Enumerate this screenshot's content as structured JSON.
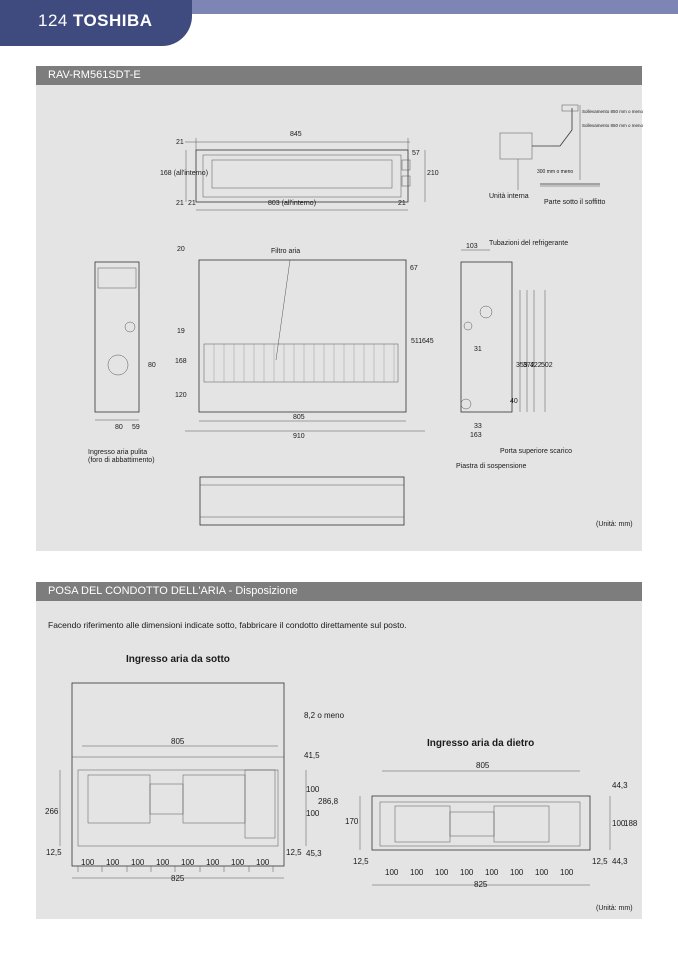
{
  "header": {
    "page_number": "124",
    "brand": "TOSHIBA"
  },
  "section1": {
    "title": "RAV-RM561SDT-E",
    "unit_note": "(Unità: mm)",
    "top_view": {
      "d845": "845",
      "d803": "803 (all'interno)",
      "d21a": "21",
      "d21b": "21",
      "d21c": "21",
      "d21d": "21",
      "d168": "168 (all'interno)",
      "d57": "57",
      "d210": "210"
    },
    "install": {
      "unit_label": "Unità interna",
      "ceiling_label": "Parte sotto il soffitto",
      "d300": "300 mm o meno",
      "s1": "Sollevamento 850 mm o meno",
      "s2": "Sollevamento 850 mm o meno"
    },
    "front_view": {
      "filter": "Filtro aria",
      "refrigerant": "Tubazioni del refrigerante",
      "d20": "20",
      "d19": "19",
      "d168": "168",
      "d120": "120",
      "d805": "805",
      "d910": "910",
      "d511": "511",
      "d645": "645",
      "d67": "67",
      "d103": "103",
      "d31": "31",
      "d359": "359",
      "d372": "372",
      "d422": "422",
      "d502": "502",
      "d40": "40",
      "d33": "33",
      "d163": "163",
      "d80a": "80",
      "d59": "59",
      "d80b": "80",
      "drain": "Porta superiore scarico",
      "bracket": "Piastra di sospensione",
      "intake1": "Ingresso aria pulita",
      "intake2": "(foro di abbattimento)"
    }
  },
  "section2": {
    "title": "POSA DEL CONDOTTO DELL'ARIA - Disposizione",
    "intro": "Facendo riferimento alle dimensioni indicate sotto, fabbricare il condotto direttamente sul posto.",
    "unit_note": "(Unità: mm)",
    "bottom_intake": {
      "title": "Ingresso aria da sotto",
      "d805": "805",
      "d825": "825",
      "d266": "266",
      "d12_5a": "12,5",
      "d12_5b": "12,5",
      "hundreds": [
        "100",
        "100",
        "100",
        "100",
        "100",
        "100",
        "100",
        "100"
      ],
      "d41_5": "41,5",
      "d8_2": "8,2 o meno",
      "d100a": "100",
      "d286_8": "286,8",
      "d100b": "100",
      "d45_3": "45,3"
    },
    "rear_intake": {
      "title": "Ingresso aria da dietro",
      "d805": "805",
      "d825": "825",
      "d170": "170",
      "d12_5a": "12,5",
      "d12_5b": "12,5",
      "hundreds": [
        "100",
        "100",
        "100",
        "100",
        "100",
        "100",
        "100",
        "100"
      ],
      "d44_3a": "44,3",
      "d100": "100",
      "d188": "188",
      "d44_3b": "44,3"
    }
  }
}
